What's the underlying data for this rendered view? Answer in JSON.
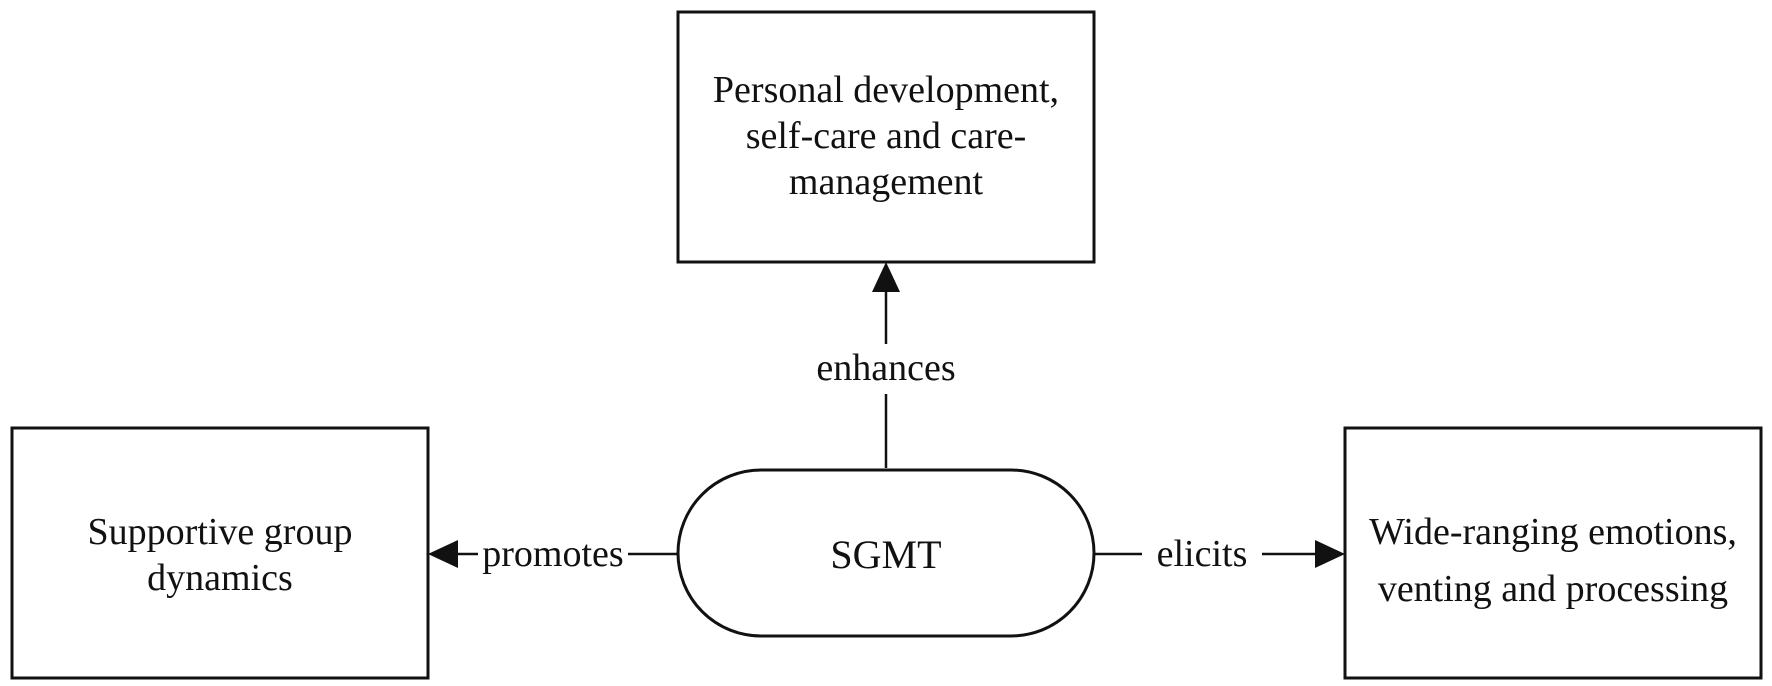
{
  "nodes": {
    "center": {
      "label": "SGMT"
    },
    "top": {
      "lines": [
        "Personal development,",
        "self-care and care-",
        "management"
      ]
    },
    "left": {
      "lines": [
        "Supportive group",
        "dynamics"
      ]
    },
    "right": {
      "lines": [
        "Wide-ranging emotions,",
        "venting and processing"
      ]
    }
  },
  "edges": {
    "to_top": {
      "label": "enhances"
    },
    "to_left": {
      "label": "promotes"
    },
    "to_right": {
      "label": "elicits"
    }
  },
  "colors": {
    "stroke": "#111111",
    "background": "#ffffff"
  }
}
